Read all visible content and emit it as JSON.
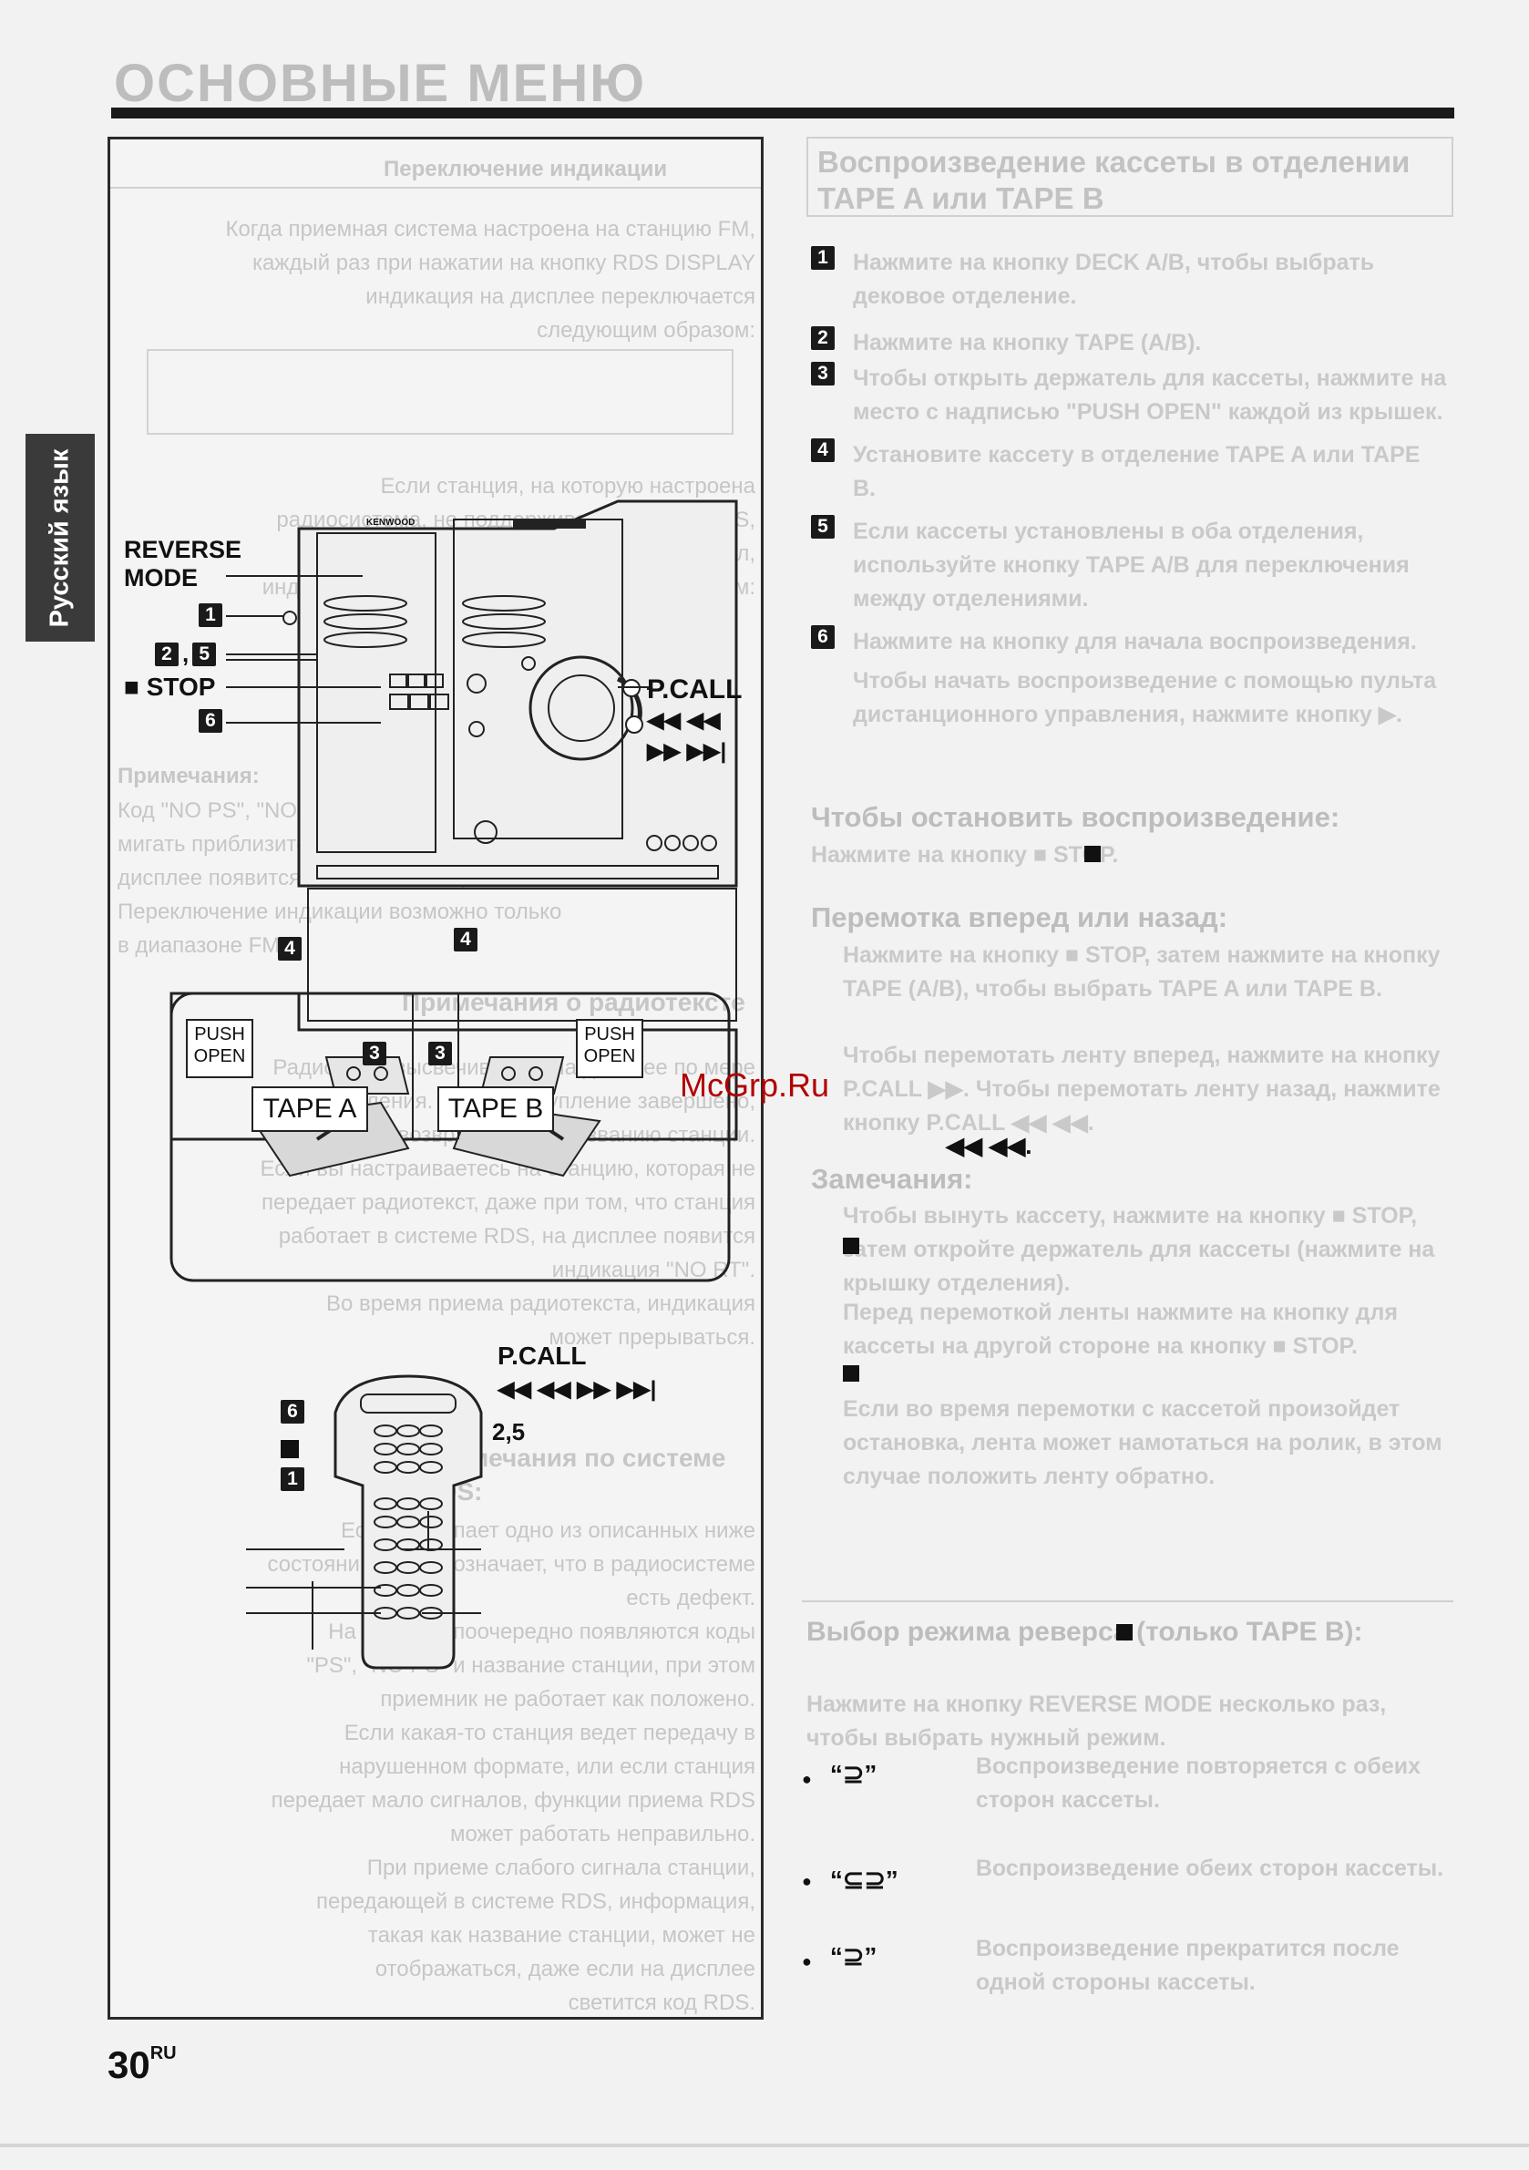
{
  "header": {
    "ghost_title": "ОСНОВНЫЕ МЕНЮ"
  },
  "side_tab": {
    "label": "Русский язык"
  },
  "left_ghost": {
    "section_title": "Переключение индикации",
    "para1": [
      "Когда приемная система настроена на станцию FM,",
      "каждый раз при нажатии на кнопку RDS DISPLAY",
      "индикация на дисплее переключается",
      "следующим образом:"
    ],
    "para2": [
      "Если станция, на которую настроена",
      "радиосистема, не поддерживает систему RDS,",
      "или если станция передает слабый сигнал,",
      "индикация переключается следующим образом:"
    ],
    "notes_title": "Примечания:",
    "notes": [
      "Код \"NO PS\", \"NO PTY\" или \"NO RT\" будет",
      "мигать приблизительно 2 секунды, а затем на",
      "дисплее появится название станции.",
      "Переключение индикации возможно только",
      "в диапазоне FM."
    ],
    "text_title": "Примечания о радиотексте",
    "text_notes": [
      "Радиотекст высвечивается на дисплее по мере",
      "поступления. Когда поступление завершено,",
      "индикация возвращается к названию станции.",
      "Если вы настраиваетесь на станцию, которая не",
      "передает радиотекст, даже при том, что станция",
      "работает в системе RDS, на дисплее появится",
      "индикация \"NO RT\".",
      "Во время приема радиотекста, индикация",
      "может прерываться."
    ],
    "rds_title": "Примечания по системе RDS:",
    "rds_notes": [
      "Если наступает одно из описанных ниже",
      "состояний, это не означает, что в радиосистеме",
      "есть дефект.",
      "На дисплее поочередно появляются коды",
      "\"PS\", \"NO PS\" и название станции, при этом",
      "приемник не работает как положено.",
      "Если какая-то станция ведет передачу в",
      "нарушенном формате, или если станция",
      "передает мало сигналов, функции приема RDS",
      "может работать неправильно.",
      "При приеме слабого сигнала станции,",
      "передающей в системе RDS, информация,",
      "такая как название станции, может не",
      "отображаться, даже если на дисплее",
      "светится код RDS."
    ]
  },
  "diagram": {
    "reverse_mode": "REVERSE MODE",
    "step1": "1",
    "step2": "2",
    "step5": "5",
    "step6": "6",
    "step3": "3",
    "step4": "4",
    "stop": "■ STOP",
    "pcall": "P.CALL",
    "rew_sym": "◀◀ ◀◀",
    "fwd_sym": "▶▶ ▶▶|",
    "push_open": "PUSH OPEN",
    "tape_a": "TAPE A",
    "tape_b": "TAPE B",
    "brand": "KENWOOD",
    "remote_pcall": "P.CALL",
    "remote_keys": "◀◀ ◀◀  ▶▶ ▶▶|",
    "step25": "2,5"
  },
  "right": {
    "title_ghost": "Воспроизведение кассеты в отделении TAPE A или TAPE B",
    "steps": [
      {
        "n": "1",
        "t": "Нажмите на кнопку DECK A/B, чтобы выбрать дековое отделение."
      },
      {
        "n": "2",
        "t": "Нажмите на кнопку TAPE (A/B)."
      },
      {
        "n": "3",
        "t": "Чтобы открыть держатель для кассеты, нажмите на место с надписью \"PUSH OPEN\" каждой из крышек."
      },
      {
        "n": "4",
        "t": "Установите кассету в отделение TAPE A или TAPE B."
      },
      {
        "n": "5",
        "t": "Если кассеты установлены в оба отделения, используйте кнопку TAPE A/B для переключения между отделениями."
      },
      {
        "n": "6",
        "t": "Нажмите на кнопку для начала воспроизведения."
      }
    ],
    "bullet_remote": "Чтобы начать воспроизведение с помощью пульта дистанционного управления, нажмите кнопку ▶.",
    "stop_title": "Чтобы остановить воспроизведение:",
    "stop_text": "Нажмите на кнопку ■ STOP.",
    "rewind_title": "Перемотка вперед или назад:",
    "rewind_items": [
      "Нажмите на кнопку ■ STOP, затем нажмите на кнопку TAPE (A/B), чтобы выбрать TAPE A или TAPE B.",
      "Чтобы перемотать ленту вперед, нажмите на кнопку P.CALL ▶▶. Чтобы перемотать ленту назад, нажмите кнопку P.CALL ◀◀ ◀◀."
    ],
    "notes_title": "Замечания:",
    "notes": [
      "Чтобы вынуть кассету, нажмите на кнопку ■ STOP, затем откройте держатель для кассеты (нажмите на крышку отделения).",
      "Перед перемоткой ленты нажмите на кнопку для кассеты на другой стороне на кнопку ■ STOP.",
      "Если во время перемотки с кассетой произойдет остановка, лента может намотаться на ролик, в этом случае положить ленту обратно."
    ],
    "reverse_title": "Выбор режима реверса (только TAPE B):",
    "reverse_text": "Нажмите на кнопку REVERSE MODE несколько раз, чтобы выбрать нужный режим.",
    "modes": [
      {
        "sym": "“⊇”",
        "t": "Воспроизведение повторяется с обеих сторон кассеты."
      },
      {
        "sym": "“⊆⊇”",
        "t": "Воспроизведение обеих сторон кассеты."
      },
      {
        "sym": "“⊇”",
        "t": "Воспроизведение прекратится после одной стороны кассеты."
      }
    ]
  },
  "watermark": "McGrp.Ru",
  "page": {
    "number": "30",
    "suffix": "RU"
  }
}
